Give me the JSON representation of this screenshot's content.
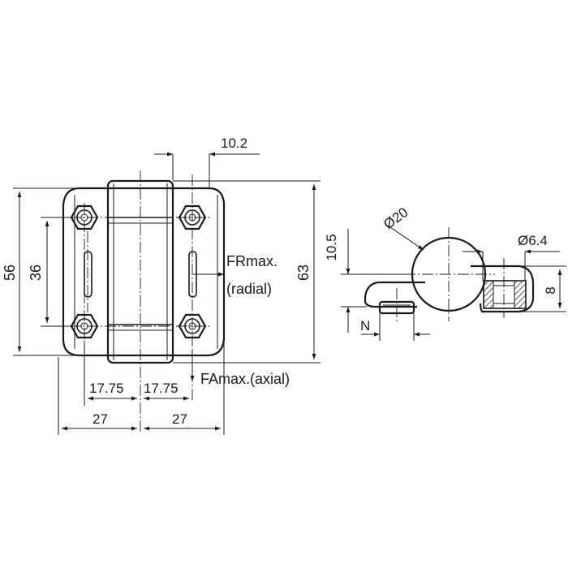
{
  "dimensions": {
    "top_width": "10.2",
    "height_left": "56",
    "hole_spacing": "36",
    "overall_height": "63",
    "half_hole_left": "17.75",
    "half_hole_right": "17.75",
    "half_width_left": "27",
    "half_width_right": "27",
    "side_height": "10.5",
    "barrel_diameter": "Ø20",
    "hole_diameter": "Ø6.4",
    "thickness": "8",
    "offset_n": "N"
  },
  "loads": {
    "radial_line1": "FRmax.",
    "radial_line2": "(radial)",
    "axial": "FAmax.(axial)"
  }
}
